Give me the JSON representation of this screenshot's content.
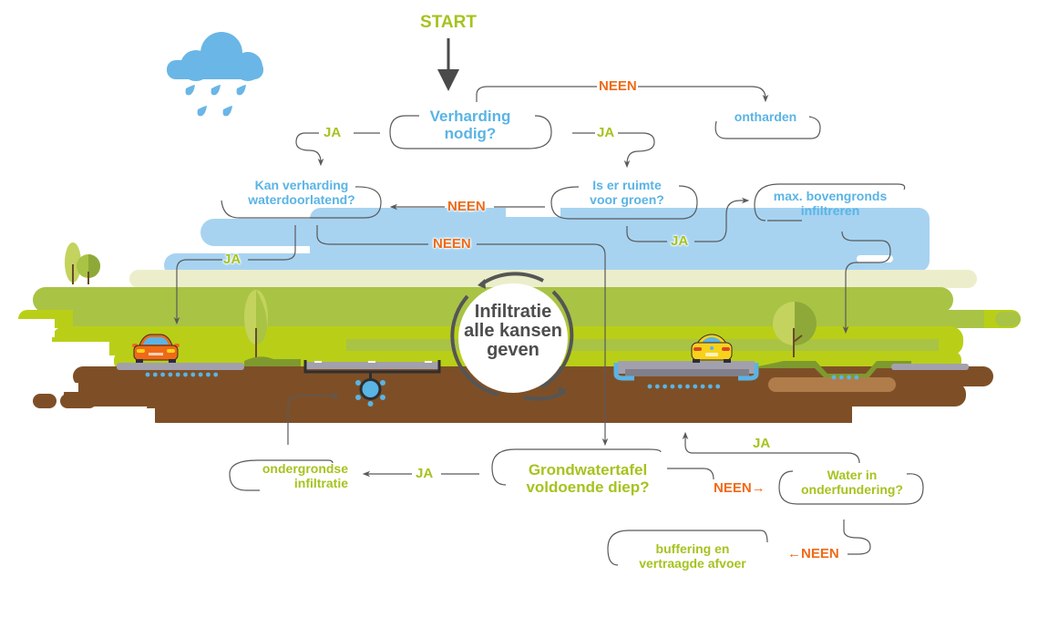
{
  "title": "Infiltratie alle kansen geven",
  "colors": {
    "question_blue": "#5ab4e5",
    "question_green": "#a5c31f",
    "no_orange": "#ef6a16",
    "yes_green": "#a5c31f",
    "connector_gray": "#5a5a5a",
    "sky": "#a7d3f1",
    "grass": "#a9c345",
    "grass_bright": "#b9cf17",
    "soil": "#7e4f27"
  },
  "start": {
    "label": "START"
  },
  "nodes": {
    "verharding_nodig": {
      "line1": "Verharding",
      "line2": "nodig?"
    },
    "ontharden": {
      "label": "ontharden"
    },
    "waterdoorlatend": {
      "line1": "Kan verharding",
      "line2": "waterdoorlatend?"
    },
    "ruimte_groen": {
      "line1": "Is er ruimte",
      "line2": "voor groen?"
    },
    "bovengronds": {
      "line1": "max. bovengronds",
      "line2": "infiltreren"
    },
    "center": {
      "line1": "Infiltratie",
      "line2": "alle kansen",
      "line3": "geven"
    },
    "ondergrondse": {
      "line1": "ondergrondse",
      "line2": "infiltratie"
    },
    "grondwatertafel": {
      "line1": "Grondwatertafel",
      "line2": "voldoende diep?"
    },
    "onderfundering": {
      "line1": "Water in",
      "line2": "onderfundering?"
    },
    "buffering": {
      "line1": "buffering en",
      "line2": "vertraagde afvoer"
    }
  },
  "edges": {
    "verharding_neen": "NEEN",
    "verharding_ja_left": "JA",
    "verharding_ja_right": "JA",
    "groen_neen": "NEEN",
    "doorlatend_neen": "NEEN",
    "doorlatend_ja": "JA",
    "groen_ja": "JA",
    "grondwater_ja": "JA",
    "grondwater_neen": "NEEN→",
    "onderfundering_ja": "JA",
    "onderfundering_neen": "←NEEN"
  },
  "icons": {
    "rain_cloud": "rain-cloud-icon",
    "car_orange": "car-icon",
    "car_yellow": "car-icon",
    "trees": "tree-icon",
    "infiltration_crate": "infiltration-crate-icon",
    "cycle_arrows": "cycle-arrows-icon"
  }
}
